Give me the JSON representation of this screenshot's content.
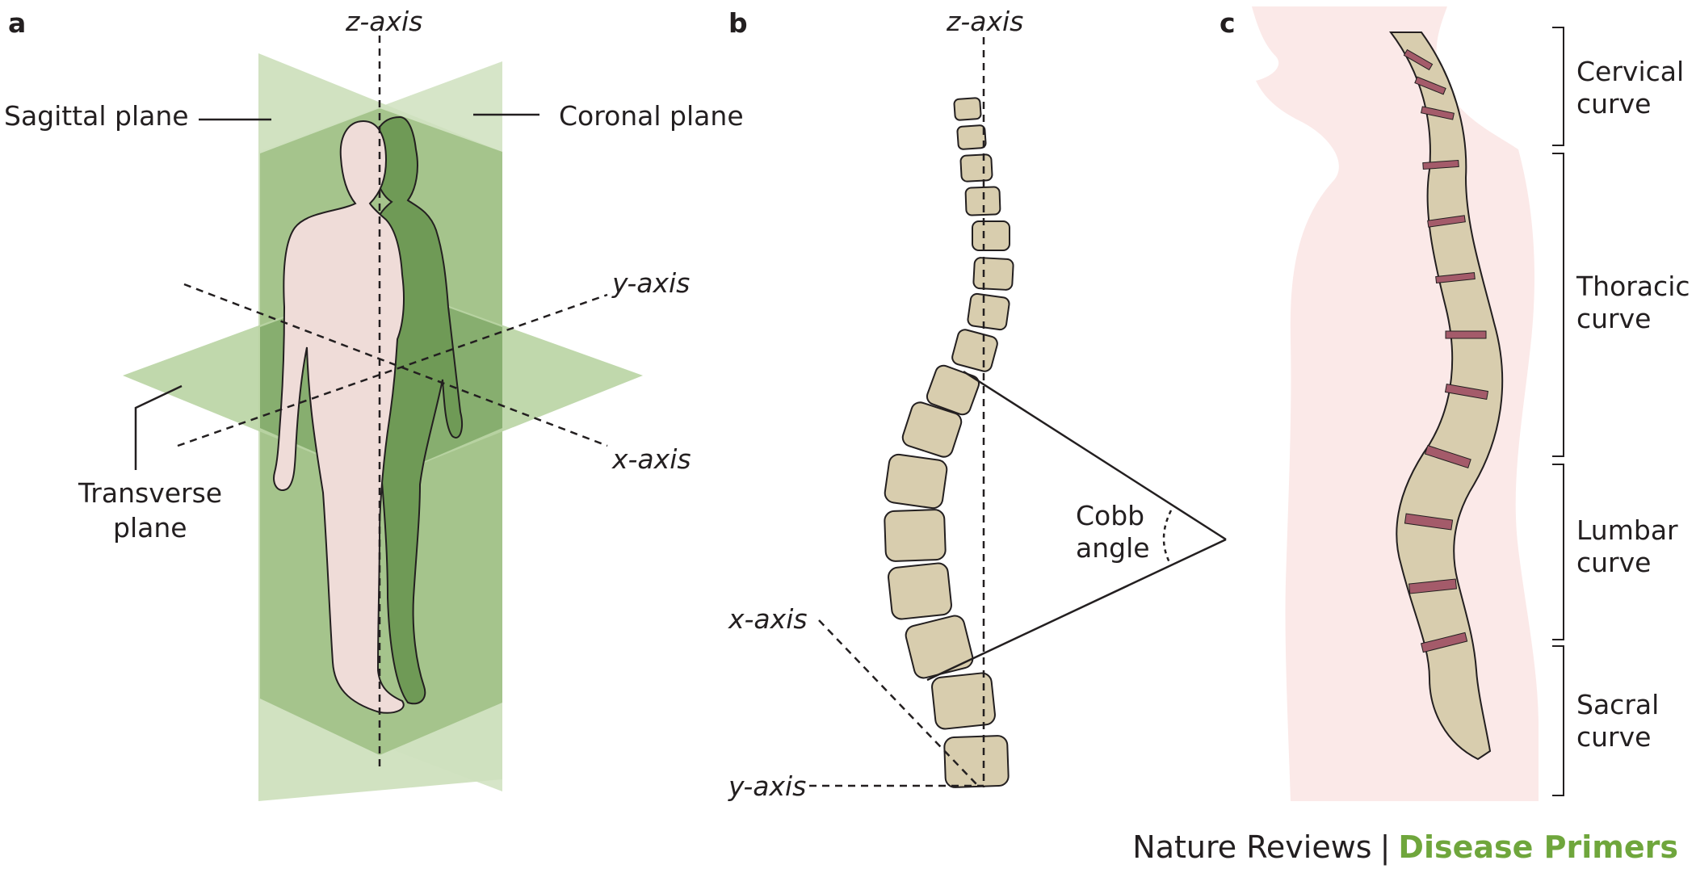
{
  "panels": {
    "a": {
      "letter": "a",
      "z_axis": "z-axis",
      "y_axis": "y-axis",
      "x_axis": "x-axis",
      "sagittal": "Sagittal plane",
      "coronal": "Coronal plane",
      "transverse_1": "Transverse",
      "transverse_2": "plane"
    },
    "b": {
      "letter": "b",
      "z_axis": "z-axis",
      "x_axis": "x-axis",
      "y_axis": "y-axis",
      "cobb_1": "Cobb",
      "cobb_2": "angle"
    },
    "c": {
      "letter": "c",
      "cervical_1": "Cervical",
      "cervical_2": "curve",
      "thoracic_1": "Thoracic",
      "thoracic_2": "curve",
      "lumbar_1": "Lumbar",
      "lumbar_2": "curve",
      "sacral_1": "Sacral",
      "sacral_2": "curve"
    }
  },
  "credit": {
    "journal": "Nature Reviews",
    "separator": "|",
    "series": "Disease Primers"
  },
  "colors": {
    "plane_light": "#cfe0be",
    "plane_mid": "#a5c48c",
    "plane_dark": "#7fa866",
    "body_skin": "#efdcd8",
    "vertebra": "#d8cdae",
    "disc": "#a45b6a",
    "silhouette": "#fbe9e8",
    "brand_green": "#6fa63c"
  }
}
